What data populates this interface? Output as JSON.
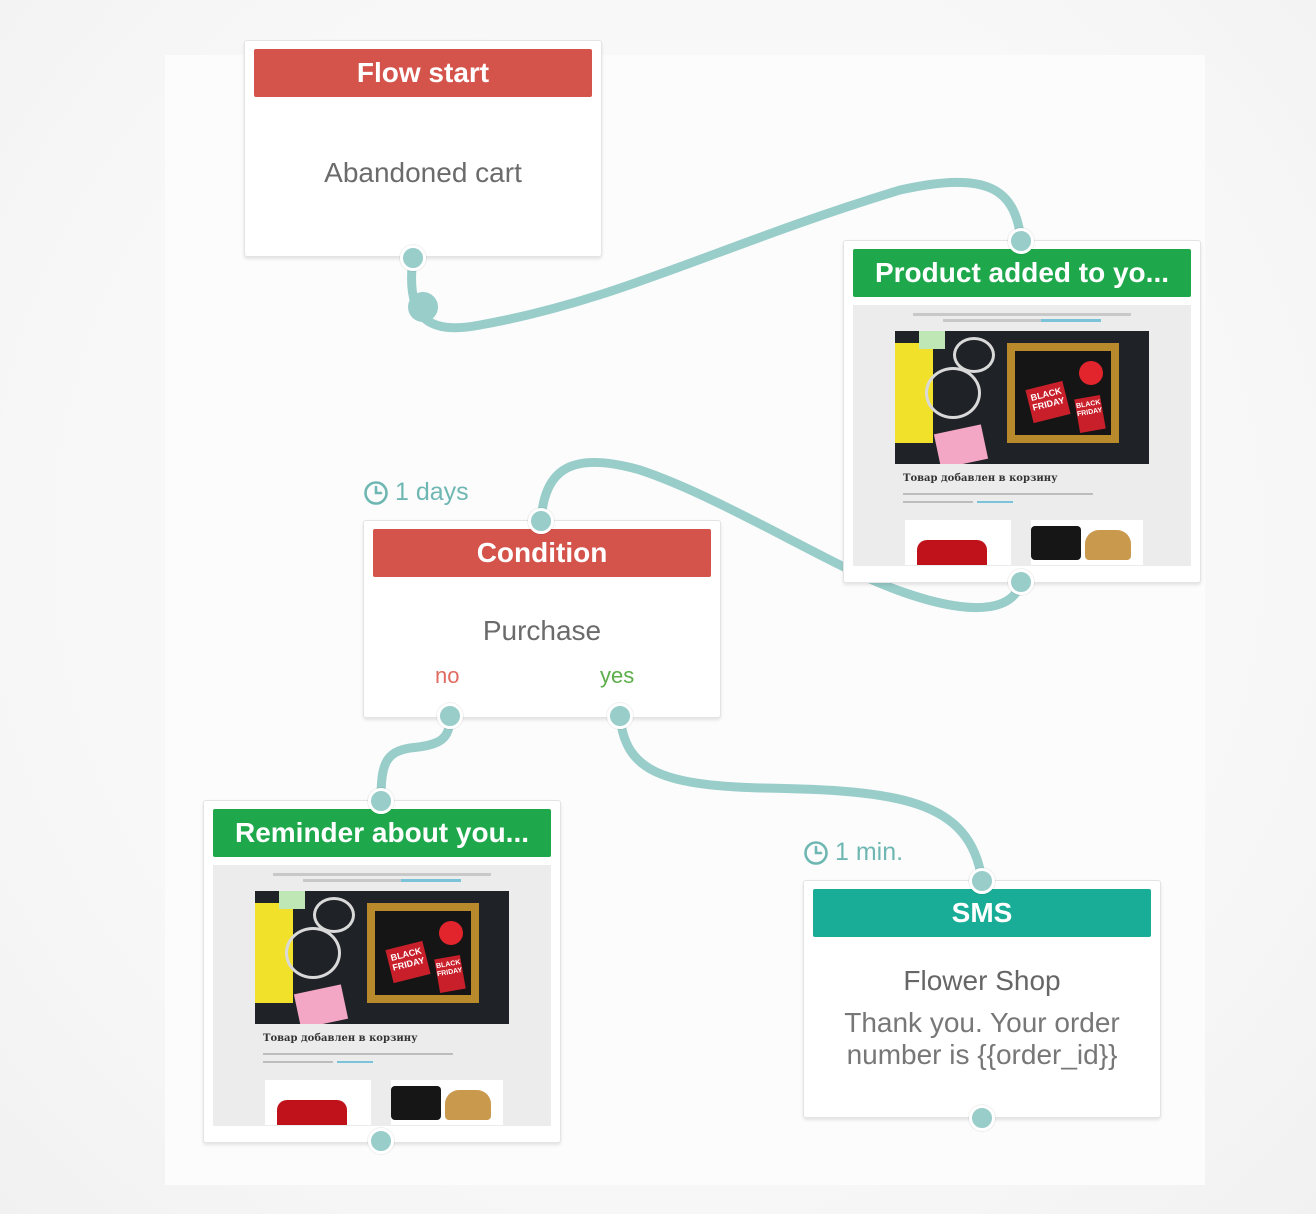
{
  "nodes": {
    "flow_start": {
      "title": "Flow start",
      "body": "Abandoned cart"
    },
    "product_added": {
      "title": "Product added to yo...",
      "preview": {
        "heading": "Товар добавлен в корзину",
        "badge": "BLACK FRIDAY"
      }
    },
    "condition": {
      "delay": "1 days",
      "title": "Condition",
      "body": "Purchase",
      "branch_no": "no",
      "branch_yes": "yes"
    },
    "reminder": {
      "title": "Reminder about you...",
      "preview": {
        "heading": "Товар добавлен в корзину",
        "badge": "BLACK FRIDAY"
      }
    },
    "sms": {
      "delay": "1 min.",
      "title": "SMS",
      "sender": "Flower Shop",
      "message_line1": "Thank you. Your order",
      "message_line2": "number is {{order_id}}"
    }
  },
  "colors": {
    "header_red": "#d4534a",
    "header_green": "#1ea84b",
    "header_teal": "#19ad97",
    "connector": "#98cdca",
    "delay_text": "#6fb7b3",
    "branch_no": "#e06b60",
    "branch_yes": "#5cae4a"
  },
  "icons": {
    "delay": "clock-icon"
  }
}
